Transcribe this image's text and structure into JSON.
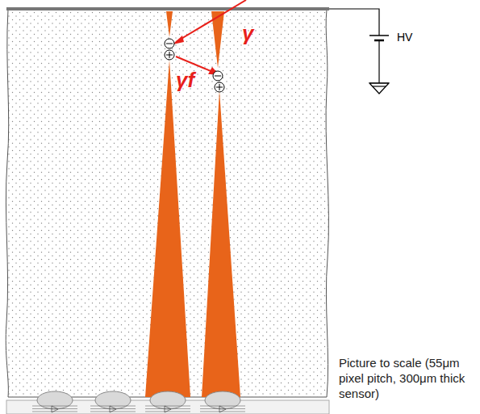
{
  "diagram": {
    "caption": "Picture to scale (55μm pixel pitch, 300μm thick sensor)",
    "labels": [
      "γ",
      "γf",
      "HV"
    ]
  }
}
